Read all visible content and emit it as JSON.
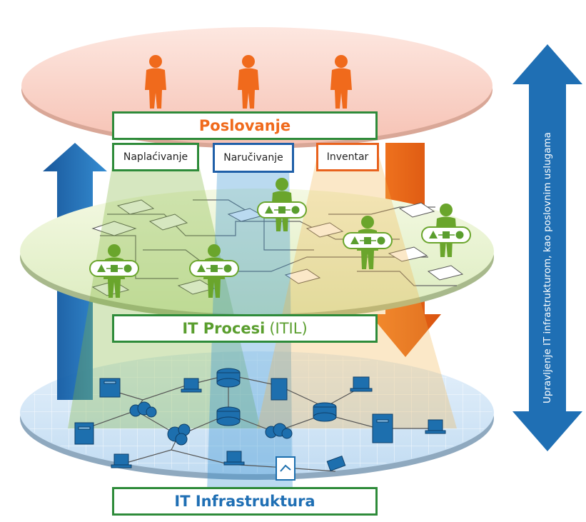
{
  "layers": {
    "business": {
      "title": "Poslovanje"
    },
    "processes": {
      "title": "IT Procesi",
      "suffix": "(ITIL)"
    },
    "infrastructure": {
      "title": "IT Infrastruktura"
    }
  },
  "services": [
    {
      "label": "Naplaćivanje",
      "color": "#2e8b3a"
    },
    {
      "label": "Naručivanje",
      "color": "#1f5fa8"
    },
    {
      "label": "Inventar",
      "color": "#e8621d"
    }
  ],
  "side_label": "Upravljenje IT infrastrukturom, kao poslovnim uslugama",
  "colors": {
    "business_orange": "#f06a1c",
    "process_green": "#6aa52c",
    "infra_blue": "#1f6fb4",
    "title_green": "#5a9e2e"
  }
}
